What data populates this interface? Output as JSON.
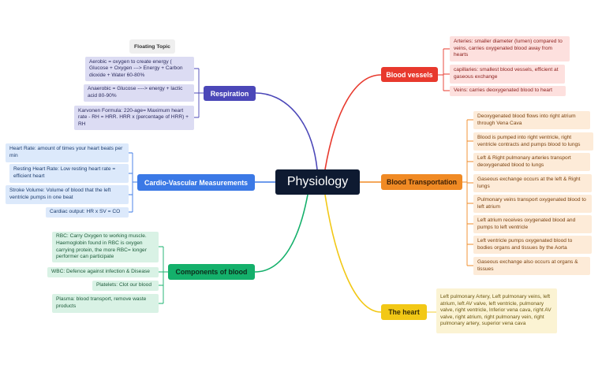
{
  "root": {
    "label": "Physiology"
  },
  "floating_topic": {
    "label": "Floating Topic"
  },
  "colors": {
    "respiration": "#4b47b8",
    "cardio": "#3b79e6",
    "components": "#14b06b",
    "vessels": "#e8392d",
    "transport": "#f08a24",
    "heart": "#f2c816"
  },
  "branches": {
    "respiration": {
      "label": "Respiration",
      "items": [
        "Aerobic = oxygen to create energy ( Glucose + Oxygen ---> Energy + Carbon dioxide + Water 60-80%",
        "Anaerobic = Glucose ----> energy + lactic acid 80-90%",
        "Karvonen Formula: 220-age= Maximum heart rate - RH = HRR. HRR x (percentage of HRR) + RH"
      ]
    },
    "cardio": {
      "label": "Cardio-Vascular Measurements",
      "items": [
        "Heart Rate: amount of times your heart beats per min",
        "Resting Heart Rate: Low resting heart rate = efficient heart",
        "Stroke Volume: Volume of blood that the left ventricle pumps in one beat",
        "Cardiac output: HR x SV = CO"
      ]
    },
    "components": {
      "label": "Components of blood",
      "items": [
        "RBC: Carry Oxygen to working muscle. Haemoglobin found in RBC is oxygen carrying protein, the more RBC= longer performer can participate",
        "WBC: Defence against infection & Disease",
        "Platelets: Clot our blood",
        "Plasma: blood transport, remove waste products"
      ]
    },
    "vessels": {
      "label": "Blood vessels",
      "items": [
        "Arteries: smaller diameter (lumen) compared to veins, carries oxygenated blood away from hearts",
        "capillaries: smallest blood vessels, efficient at gaseous exchange",
        "Veins: carries deoxygenated blood to heart"
      ]
    },
    "transport": {
      "label": "Blood Transportation",
      "items": [
        "Deoxygenated blood flows into right atrium through Vena Cava",
        "Blood is pumped into right ventricle, right ventricle contracts and pumps blood to lungs",
        "Left & Right pulmonary arteries transport deoxygenated blood to lungs",
        "Gaseous exchange occurs at the left & Right lungs",
        "Pulmonary veins transport oxygenated blood to left atrium",
        "Left atrium receives oxygenated blood and pumps to left ventricle",
        "Left ventricle pumps oxygenated blood to bodies organs and tissues by the Aorta",
        "Gaseous exchange also occurs at organs & tissues"
      ]
    },
    "heart": {
      "label": "The heart",
      "items": [
        "Left pulmonary Artery, Left pulmonary veins, left atrium, left AV valve, left ventricle, pulmonary valve, right ventricle, Inferior vena cava, right AV valve, right atrium, right pulmonary vein, right pulmonary artery, superior vena cava"
      ]
    }
  }
}
